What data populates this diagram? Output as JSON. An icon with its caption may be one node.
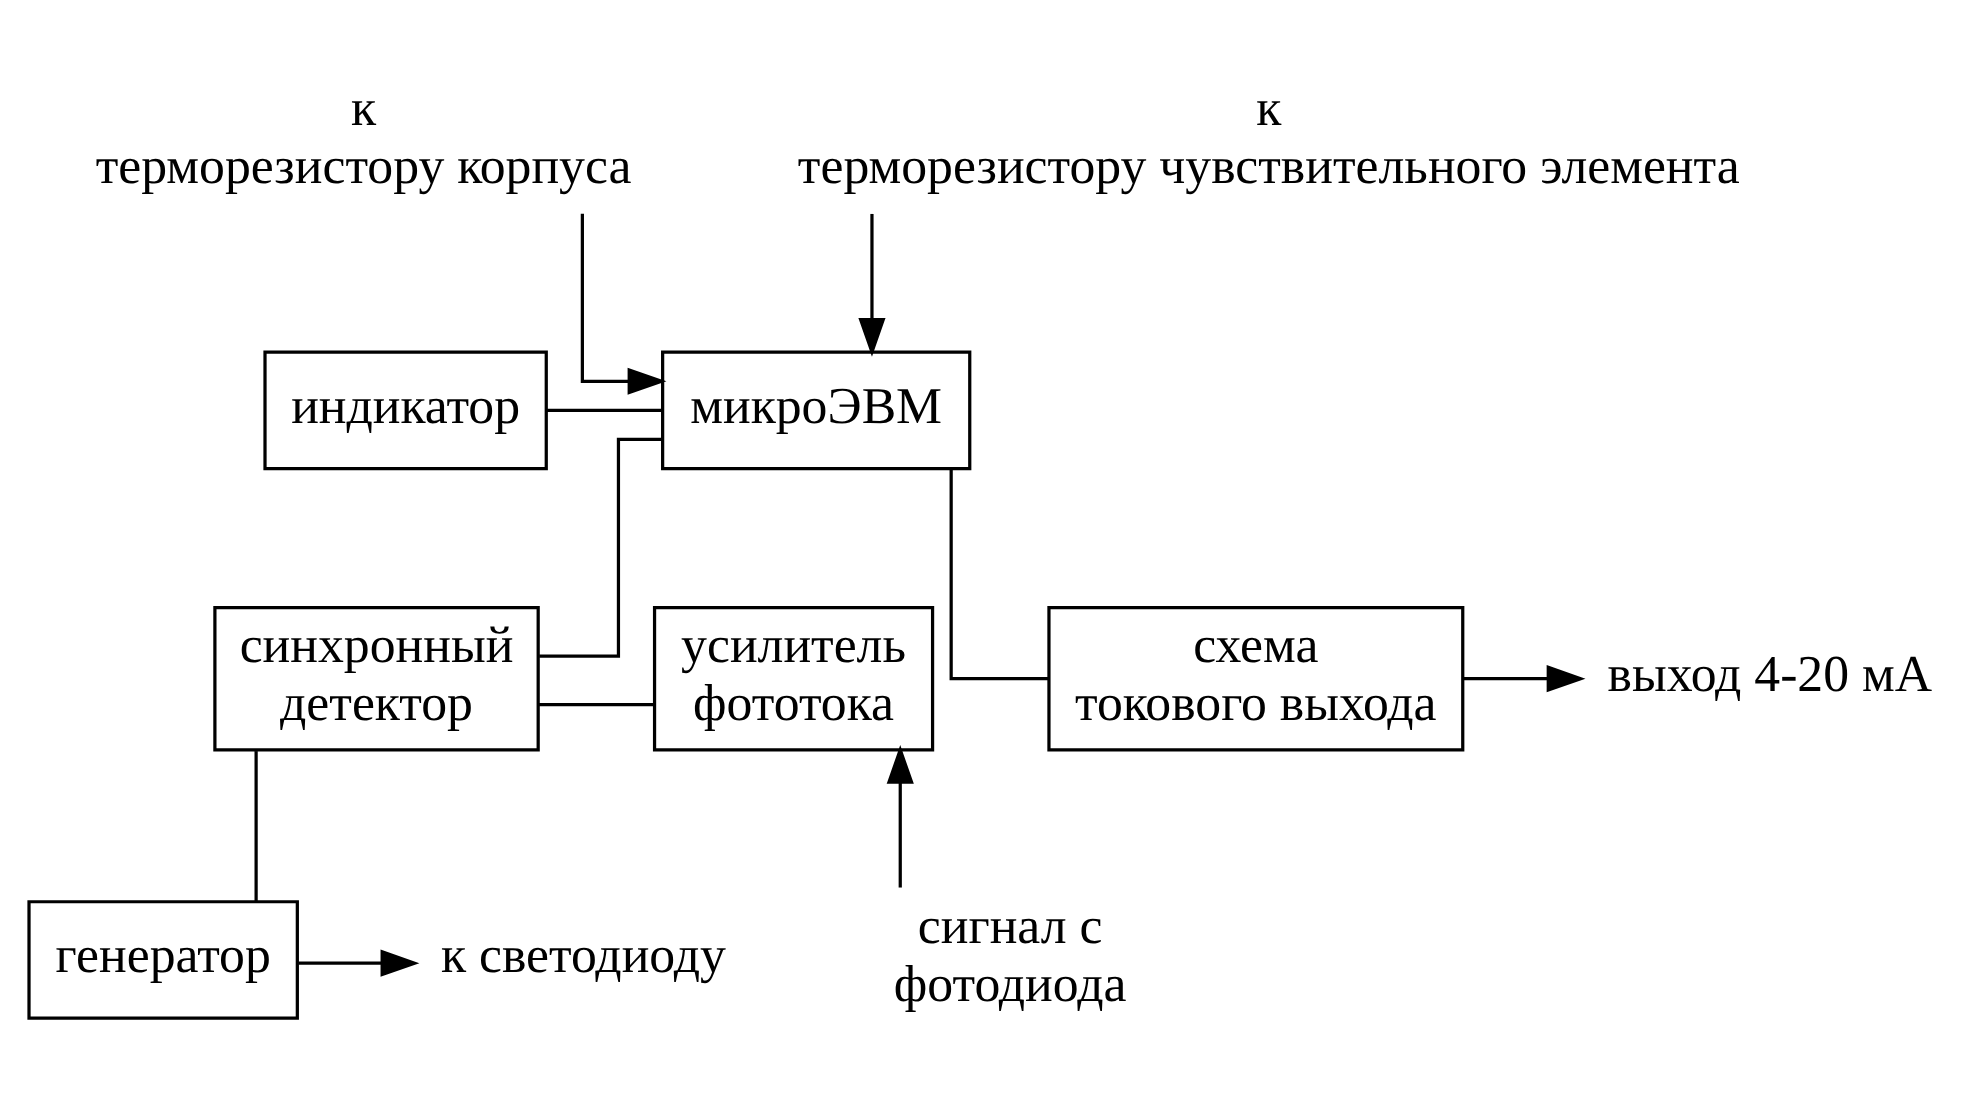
{
  "diagram": {
    "nodes": [
      {
        "text": [
          "к терморезистору корпуса"
        ]
      },
      {
        "text": [
          "к терморезистору чувствительного элемента"
        ]
      },
      {
        "text": [
          "индикатор"
        ]
      },
      {
        "text": [
          "микроЭВМ"
        ]
      },
      {
        "text": [
          "усилитель фототока"
        ]
      },
      {
        "text": [
          "синхронный детектор"
        ]
      },
      {
        "text": [
          "схема токового выхода"
        ]
      },
      {
        "text": [
          "выход 4-20 мА"
        ]
      },
      {
        "text": [
          "сигнал с фотодиода"
        ]
      },
      {
        "text": [
          "генератор"
        ]
      },
      {
        "text": [
          "к светодиоду"
        ]
      }
    ],
    "edges": [
      {
        "from": 0,
        "to": 3,
        "arrow": "to"
      },
      {
        "from": 1,
        "to": 3,
        "arrow": "to"
      },
      {
        "from": 2,
        "to": 3,
        "arrow": "none"
      },
      {
        "from": 3,
        "to": 5,
        "arrow": "none"
      },
      {
        "from": 3,
        "to": 6,
        "arrow": "none"
      },
      {
        "from": 5,
        "to": 4,
        "arrow": "none"
      },
      {
        "from": 6,
        "to": 7,
        "arrow": "to"
      },
      {
        "from": 8,
        "to": 4,
        "arrow": "to"
      },
      {
        "from": 5,
        "to": 9,
        "arrow": "none"
      },
      {
        "from": 9,
        "to": 10,
        "arrow": "to"
      }
    ]
  }
}
